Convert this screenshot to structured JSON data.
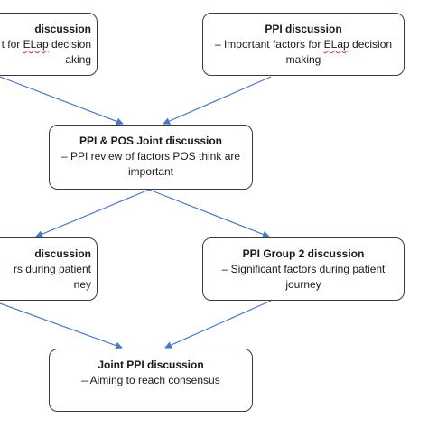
{
  "boxes": {
    "top_left": {
      "title": "discussion",
      "line1_pre": "t for ",
      "line1_marked": "ELap",
      "line1_post": " decision",
      "line2": "aking"
    },
    "top_right": {
      "title": "PPI discussion",
      "line1_pre": "– Important factors for ",
      "line1_marked": "ELap",
      "line1_post": " decision",
      "line2": "making"
    },
    "joint_center": {
      "title": "PPI & POS Joint discussion",
      "line1": "– PPI review of factors POS think are",
      "line2": "important"
    },
    "group1_left": {
      "title": "discussion",
      "line1": "rs during patient",
      "line2": "ney"
    },
    "group2_right": {
      "title": "PPI Group 2 discussion",
      "line1": "– Significant factors during patient",
      "line2": "journey"
    },
    "final_joint": {
      "title": "Joint PPI discussion",
      "line1": "– Aiming to reach consensus"
    }
  },
  "colors": {
    "arrow": "#4a78c4",
    "border": "#3b3b3b",
    "spellcheck_underline": "#d32f2f"
  }
}
